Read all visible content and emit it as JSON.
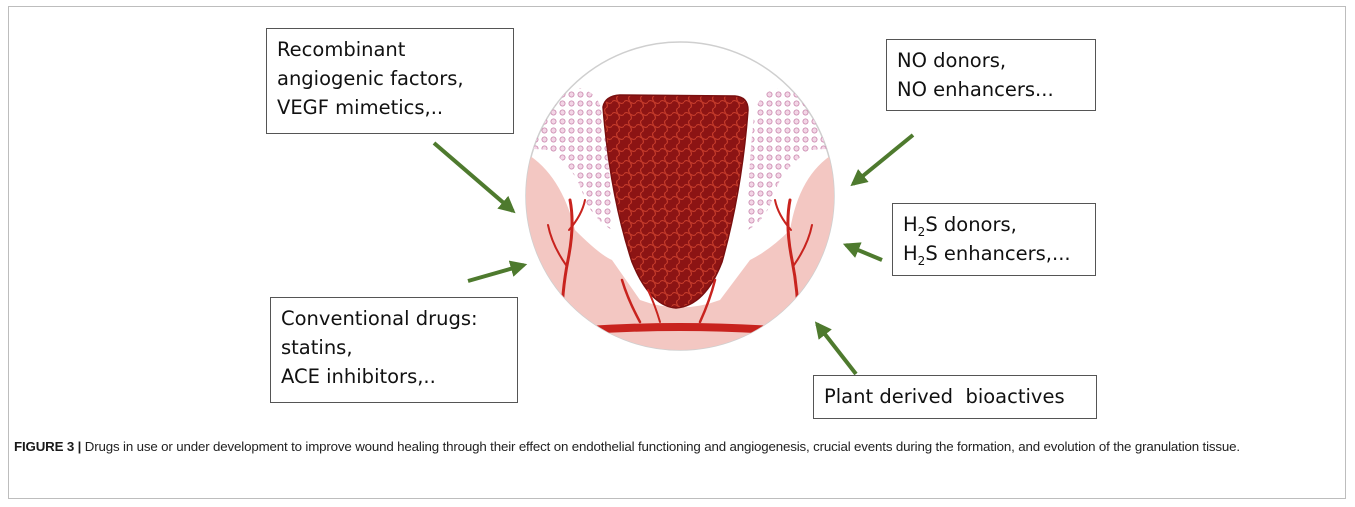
{
  "boxes": {
    "recombinant": [
      "Recombinant",
      "angiogenic factors,",
      "VEGF mimetics,.."
    ],
    "no_donors": [
      "NO donors,",
      "NO enhancers..."
    ],
    "h2s": [
      {
        "pre": "H",
        "sub": "2",
        "post": "S donors,"
      },
      {
        "pre": "H",
        "sub": "2",
        "post": "S enhancers,..."
      }
    ],
    "conventional": [
      "Conventional drugs:",
      "statins,",
      "ACE inhibitors,.."
    ],
    "plant": [
      "Plant derived  bioactives"
    ]
  },
  "caption": {
    "label": "FIGURE 3 |",
    "text": " Drugs in use or under development to improve wound healing through their effect on endothelial functioning and angiogenesis, crucial events during the formation, and evolution of the granulation tissue."
  },
  "colors": {
    "arrow": "#4e7a2e",
    "vessel": "#c8231e",
    "granulation": "#8c1414",
    "dermis": "#f3c7c2",
    "epidermis": "#e6a6c2",
    "box_border": "#555555"
  },
  "icons": [
    "arrow",
    "wound-illustration"
  ]
}
